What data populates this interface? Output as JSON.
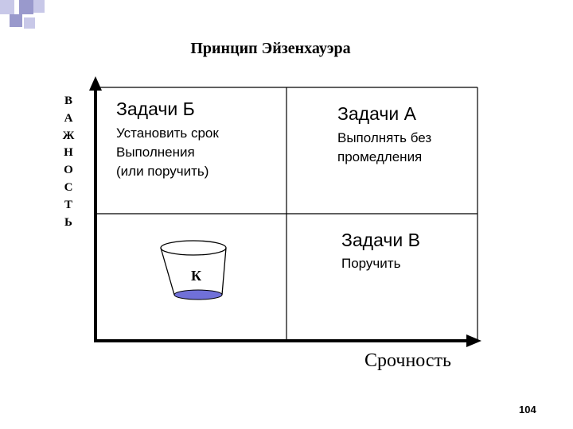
{
  "title": "Принцип Эйзенхауэра",
  "y_axis_letters": [
    "В",
    "А",
    "Ж",
    "Н",
    "О",
    "С",
    "Т",
    "Ь"
  ],
  "x_axis_label": "Срочность",
  "quadrants": {
    "b": {
      "title": "Задачи Б",
      "lines": [
        "Установить срок",
        "Выполнения",
        "(или поручить)"
      ]
    },
    "a": {
      "title": "Задачи А",
      "lines": [
        "Выполнять без",
        "промедления"
      ]
    },
    "v": {
      "title": "Задачи В",
      "lines": [
        "Поручить"
      ]
    },
    "k": {
      "label": "К"
    }
  },
  "page_number": "104",
  "colors": {
    "decor_square": "#c8c8e8",
    "decor_square_dark": "#9999cc",
    "bucket_fill": "#7070d8"
  }
}
